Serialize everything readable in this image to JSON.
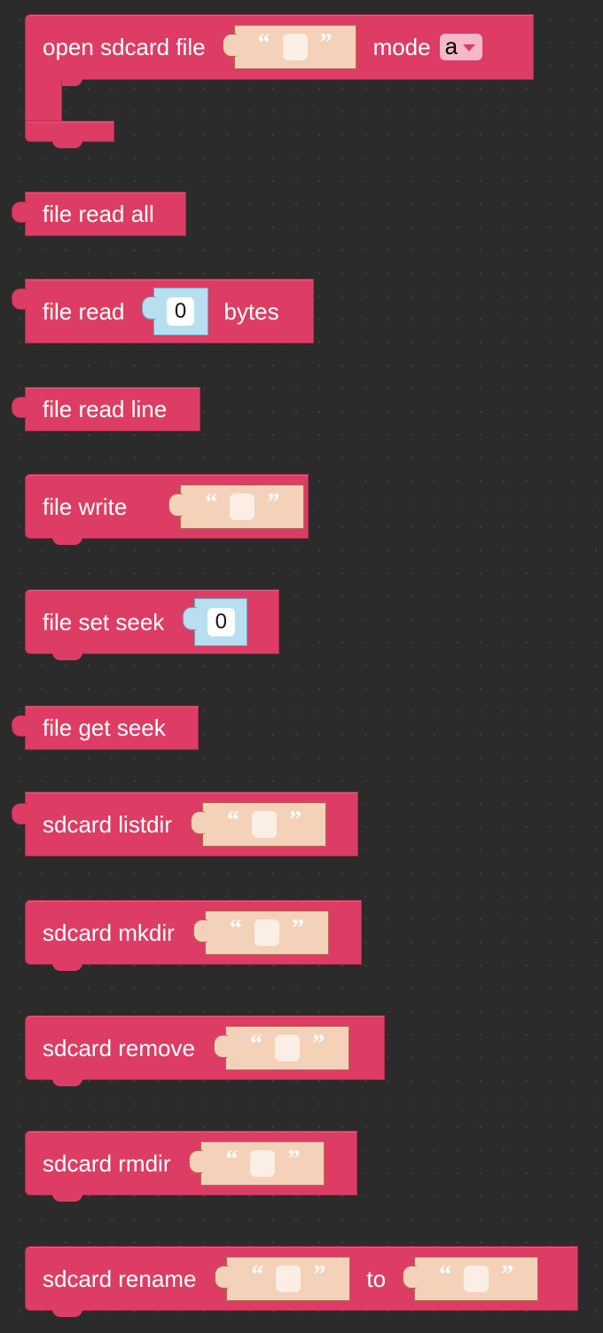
{
  "blocks": {
    "open_file": {
      "label": "open sdcard file",
      "mode_label": "mode",
      "mode_value": "a",
      "quote_open": "“",
      "quote_close": "”"
    },
    "read_all": {
      "label": "file read all"
    },
    "read_bytes": {
      "label": "file read",
      "value": "0",
      "suffix": "bytes"
    },
    "read_line": {
      "label": "file read line"
    },
    "write": {
      "label": "file write",
      "quote_open": "“",
      "quote_close": "”"
    },
    "set_seek": {
      "label": "file set seek",
      "value": "0"
    },
    "get_seek": {
      "label": "file get seek"
    },
    "listdir": {
      "label": "sdcard listdir",
      "quote_open": "“",
      "quote_close": "”"
    },
    "mkdir": {
      "label": "sdcard mkdir",
      "quote_open": "“",
      "quote_close": "”"
    },
    "remove": {
      "label": "sdcard remove",
      "quote_open": "“",
      "quote_close": "”"
    },
    "rmdir": {
      "label": "sdcard rmdir",
      "quote_open": "“",
      "quote_close": "”"
    },
    "rename": {
      "label": "sdcard rename",
      "to_label": "to",
      "quote_open": "“",
      "quote_close": "”"
    }
  },
  "colors": {
    "block": "#dd3d64",
    "text_slot": "#f4d1b9",
    "number_slot": "#b7dff0",
    "workspace": "#2b2b2b"
  }
}
